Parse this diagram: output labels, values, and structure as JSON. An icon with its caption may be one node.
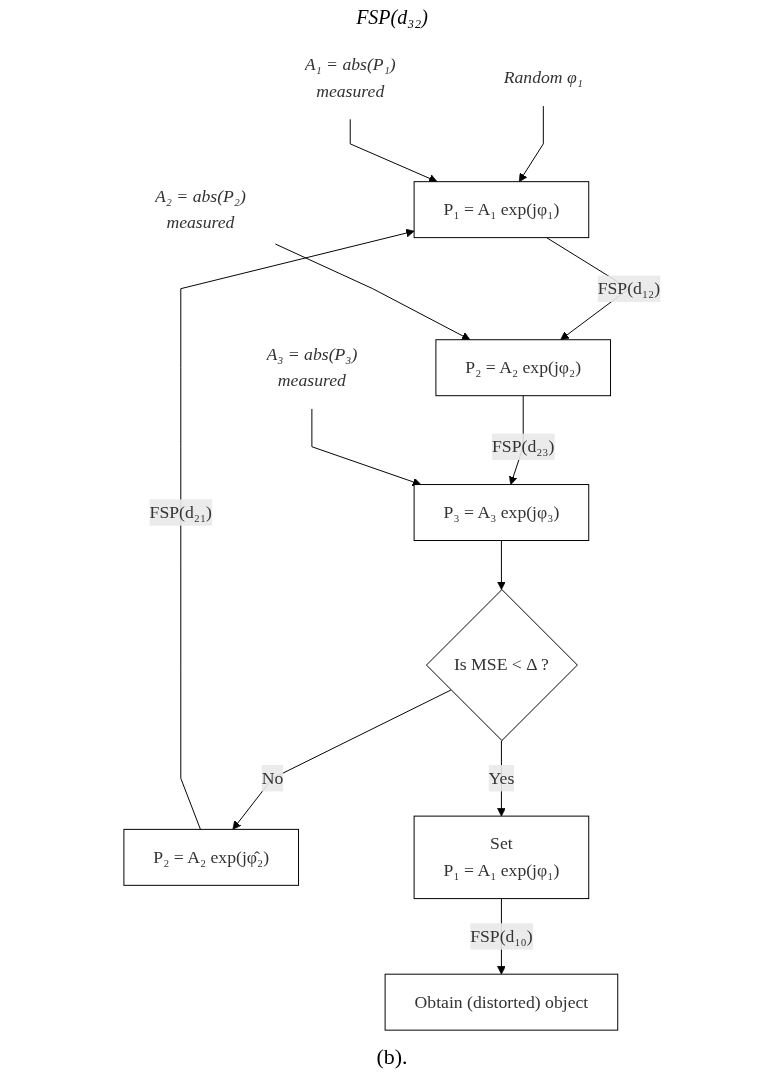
{
  "diagram": {
    "caption": "(b).",
    "nodes": [
      {
        "text": [
          "Random φ₁"
        ]
      },
      {
        "text": [
          "A₁ = abs(P₁)",
          "measured"
        ]
      },
      {
        "text": [
          "P₁ = A₁ exp(jφ₁)"
        ]
      },
      {
        "text": [
          "A₂ = abs(P₂)",
          "measured"
        ]
      },
      {
        "text": [
          "P₂ = A₂ exp(jφ₂)"
        ]
      },
      {
        "text": [
          "A₃ = abs(P₃)",
          "measured"
        ]
      },
      {
        "text": [
          "P₃ = A₃ exp(jφ₃)"
        ]
      },
      {
        "text": [
          "Is MSE < Δ ?"
        ]
      },
      {
        "text": [
          "P₂ = A₂ exp(jφ̂₂)"
        ]
      },
      {
        "text": [
          "Set",
          "P₁ = A₁ exp(jφ₁)"
        ]
      },
      {
        "text": [
          "Obtain (distorted) object"
        ]
      }
    ],
    "edges": [
      {
        "from": 0,
        "to": 2,
        "arrow": "to"
      },
      {
        "from": 1,
        "to": 2,
        "arrow": "to"
      },
      {
        "from": 2,
        "to": 4,
        "arrow": "to",
        "label": "FSP(d₁₂)"
      },
      {
        "from": 3,
        "to": 4,
        "arrow": "to"
      },
      {
        "from": 4,
        "to": 6,
        "arrow": "to",
        "label": "FSP(d₂₃)"
      },
      {
        "from": 5,
        "to": 6,
        "arrow": "to"
      },
      {
        "from": 6,
        "to": 7,
        "arrow": "to"
      },
      {
        "from": 7,
        "to": 8,
        "arrow": "to",
        "label": "No"
      },
      {
        "from": 8,
        "to": 2,
        "arrow": "to",
        "label": "FSP(d₂₁)"
      },
      {
        "from": 7,
        "to": 9,
        "arrow": "to",
        "label": "Yes"
      },
      {
        "from": 9,
        "to": 10,
        "arrow": "to",
        "label": "FSP(d₁₀)"
      }
    ],
    "labels": [
      "FSP(d₃₂)"
    ]
  }
}
